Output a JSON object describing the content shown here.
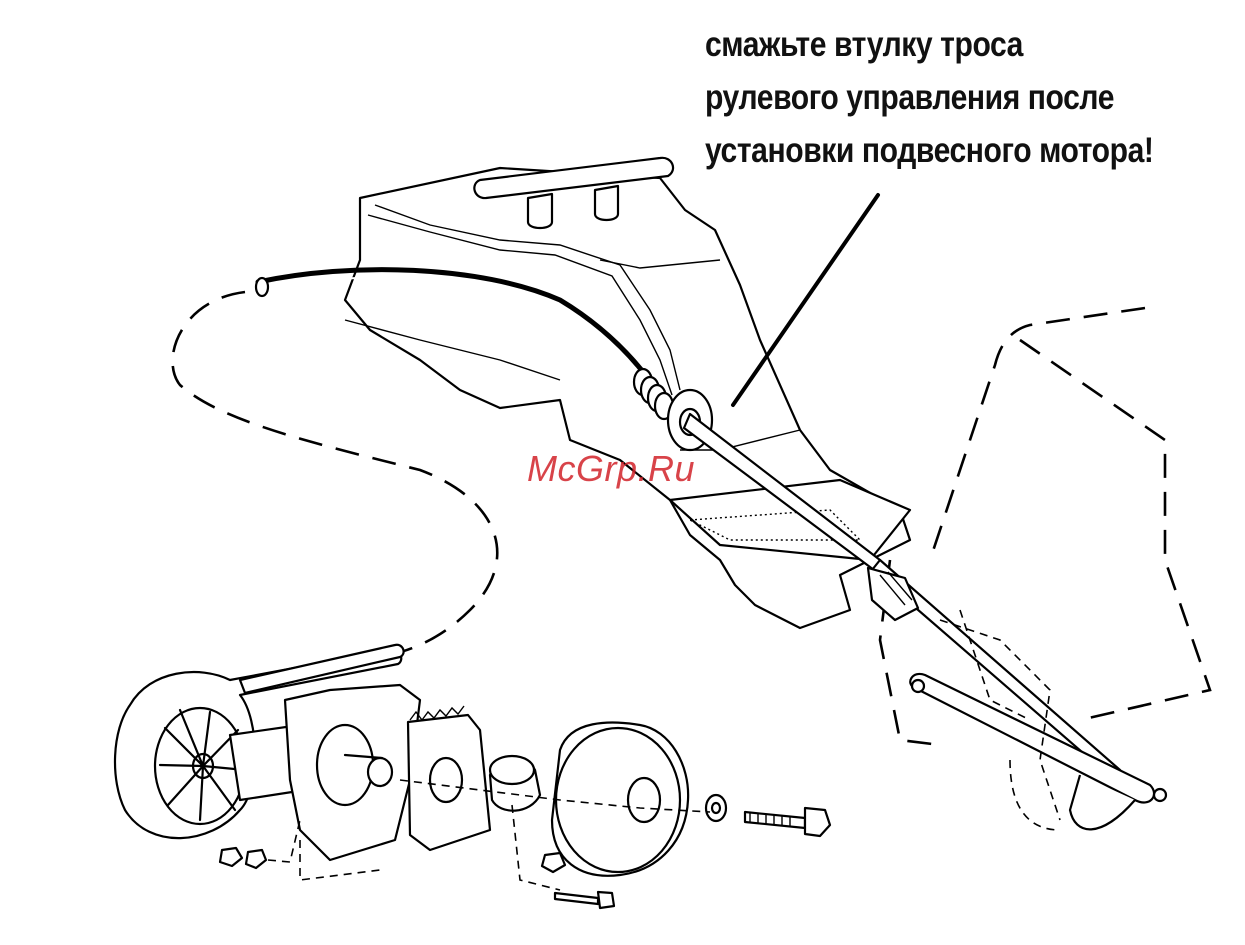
{
  "annotation": {
    "line1": "смажьте втулку троса",
    "line2": "рулевого управления после",
    "line3": "установки подвесного мотора!"
  },
  "watermark": "McGrp.Ru",
  "colors": {
    "watermark": "#d2232a",
    "ink": "#000000",
    "background": "#ffffff"
  }
}
